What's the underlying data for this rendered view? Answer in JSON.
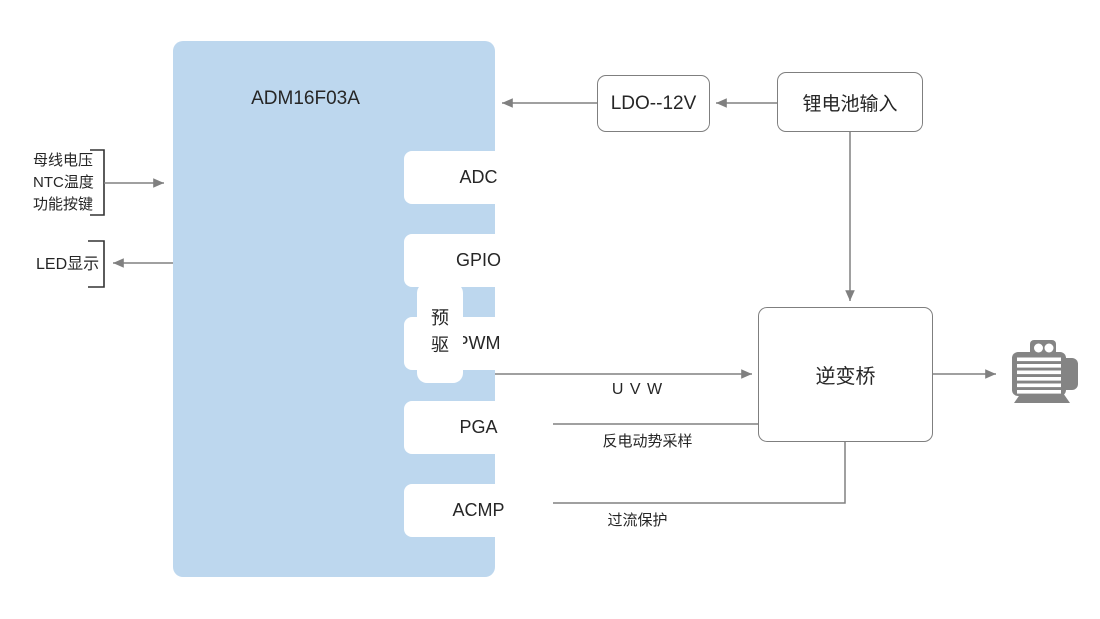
{
  "chip": {
    "title": "ADM16F03A",
    "blocks": [
      {
        "label": "ADC"
      },
      {
        "label": "GPIO"
      },
      {
        "label": "PWM"
      },
      {
        "label": "PGA"
      },
      {
        "label": "ACMP"
      }
    ],
    "predriver": {
      "label": "预驱"
    }
  },
  "left_io": {
    "input_lines": [
      "母线电压",
      "NTC温度",
      "功能按键"
    ],
    "output_label": "LED显示"
  },
  "power_chain": {
    "ldo": {
      "label": "LDO--12V"
    },
    "battery": {
      "label": "锂电池输入"
    }
  },
  "inverter": {
    "label": "逆变桥"
  },
  "signal_labels": {
    "uvw": "U V W",
    "back_emf": "反电动势采样",
    "overcurrent": "过流保护"
  },
  "icons": {
    "motor": "motor-icon"
  },
  "colors": {
    "chip_fill": "#BDD7EE",
    "module_fill": "#FFFFFF",
    "box_border": "#7F7F7F",
    "connector": "#808080",
    "bracket": "#333333",
    "text": "#262626",
    "motor": "#848484"
  }
}
